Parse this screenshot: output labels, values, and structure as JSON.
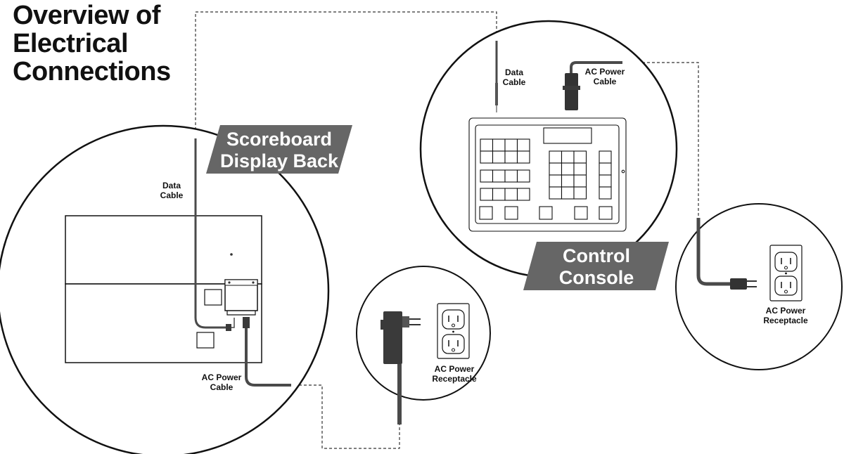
{
  "title_lines": [
    "Overview of",
    "Electrical",
    "Connections"
  ],
  "display": {
    "banner_lines": [
      "Scoreboard",
      "Display Back"
    ],
    "data_cable_lines": [
      "Data",
      "Cable"
    ],
    "ac_cable_lines": [
      "AC Power",
      "Cable"
    ]
  },
  "console": {
    "banner_lines": [
      "Control",
      "Console"
    ],
    "data_cable_lines": [
      "Data",
      "Cable"
    ],
    "ac_cable_lines": [
      "AC Power",
      "Cable"
    ]
  },
  "receptacle_display": {
    "label_lines": [
      "AC Power",
      "Receptacle"
    ]
  },
  "receptacle_console": {
    "label_lines": [
      "AC Power",
      "Receptacle"
    ]
  },
  "colors": {
    "banner": "#666666",
    "cable": "#4a4a4a",
    "outline": "#111111"
  }
}
